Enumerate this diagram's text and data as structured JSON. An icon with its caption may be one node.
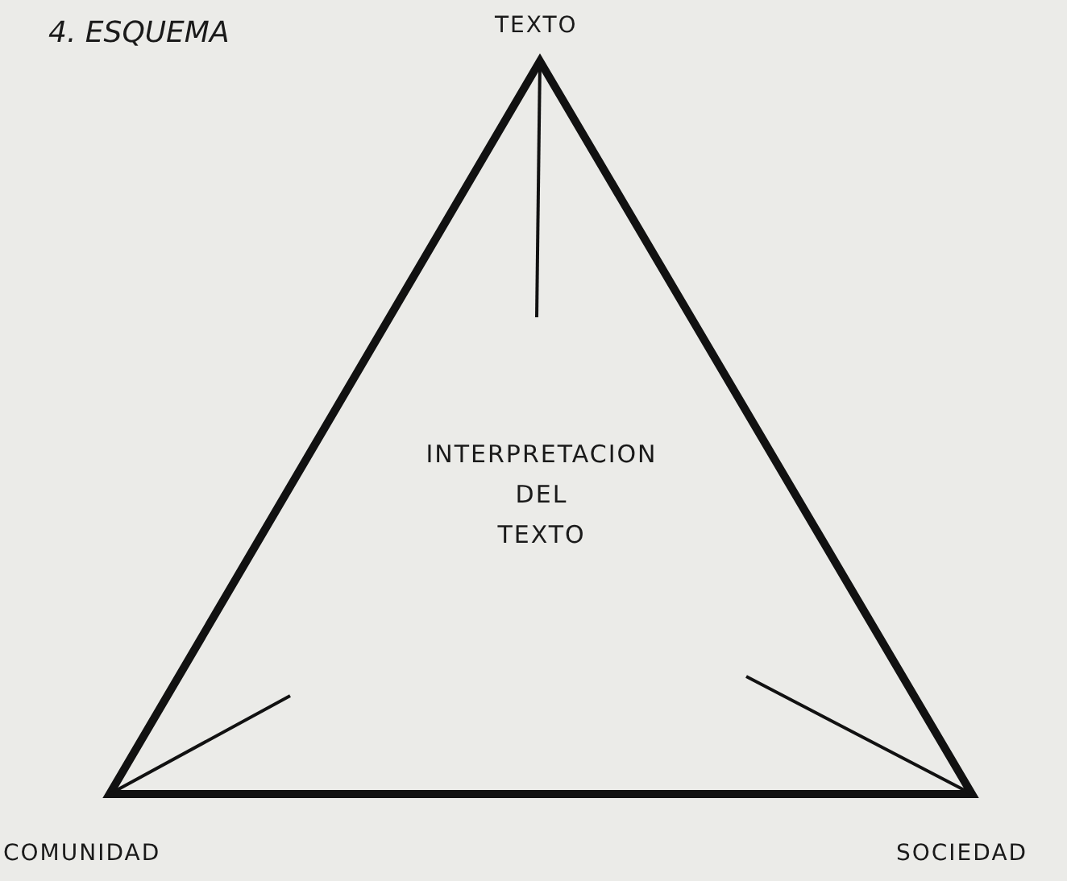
{
  "diagram": {
    "title": "4. ESQUEMA",
    "nodes": [
      {
        "text": [
          "INTERPRETACION DEL TEXTO"
        ]
      }
    ],
    "labels": [
      "TEXTO",
      "COMUNIDAD",
      "SOCIEDAD"
    ]
  }
}
